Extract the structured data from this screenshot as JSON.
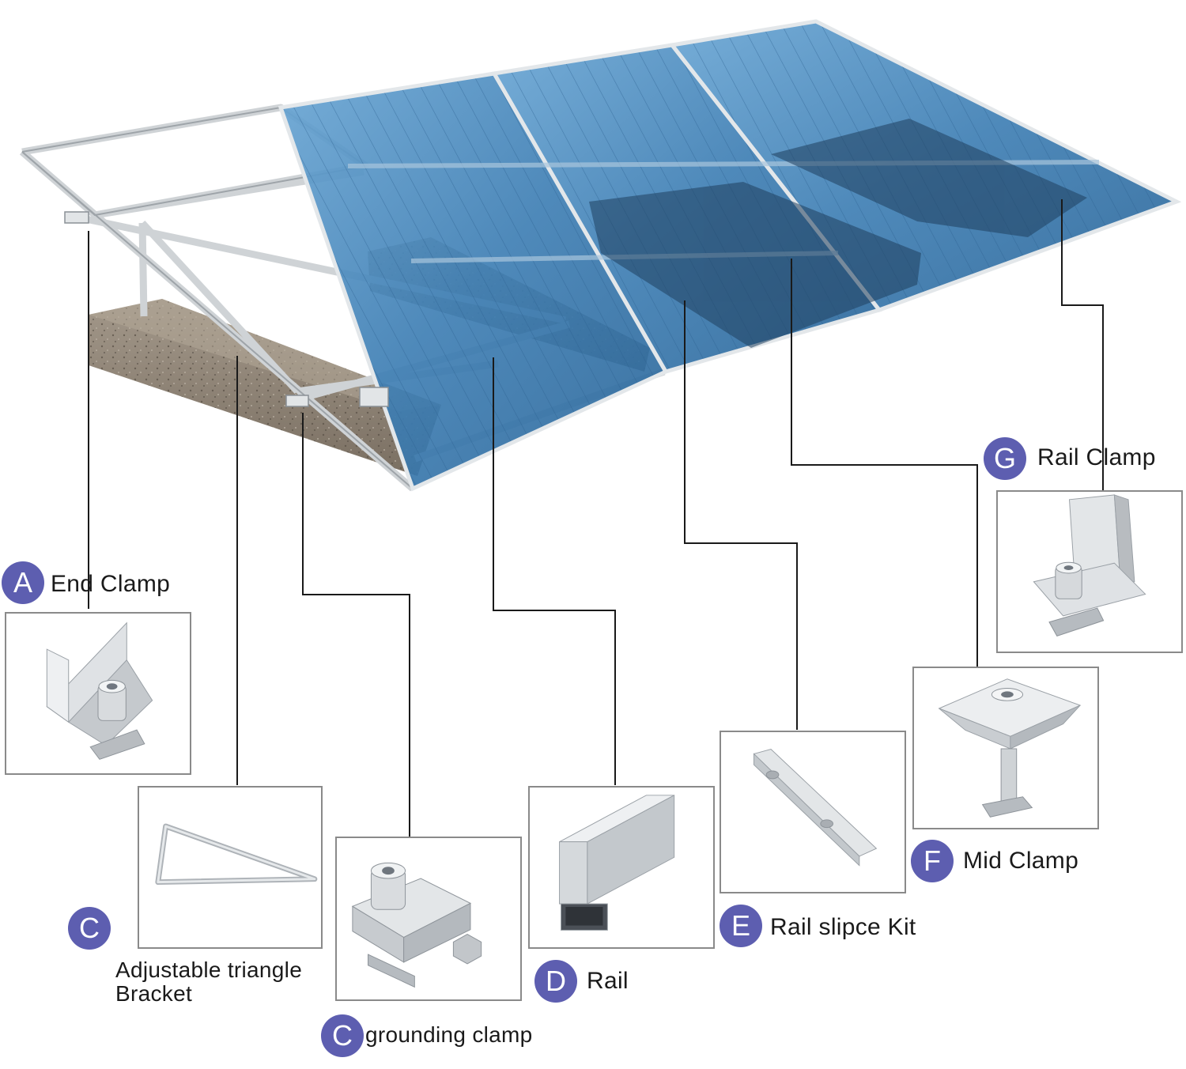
{
  "colors": {
    "badge": "#5d5eb0",
    "panel": "#3f7fb4",
    "concrete": "#8c8172",
    "aluminum": "#cfd3d6",
    "leader_line": "#1a1a1a"
  },
  "components": [
    {
      "letter": "A",
      "label": "End Clamp",
      "icon": "end-clamp-icon"
    },
    {
      "letter": "C",
      "label": "Adjustable triangle",
      "label_line2": "Bracket",
      "icon": "triangle-bracket-icon"
    },
    {
      "letter": "C",
      "label": "grounding clamp",
      "icon": "grounding-clamp-icon"
    },
    {
      "letter": "D",
      "label": "Rail",
      "icon": "rail-icon"
    },
    {
      "letter": "E",
      "label": "Rail slipce Kit",
      "icon": "rail-splice-icon"
    },
    {
      "letter": "F",
      "label": "Mid Clamp",
      "icon": "mid-clamp-icon"
    },
    {
      "letter": "G",
      "label": "Rail Clamp",
      "icon": "rail-clamp-icon"
    }
  ]
}
